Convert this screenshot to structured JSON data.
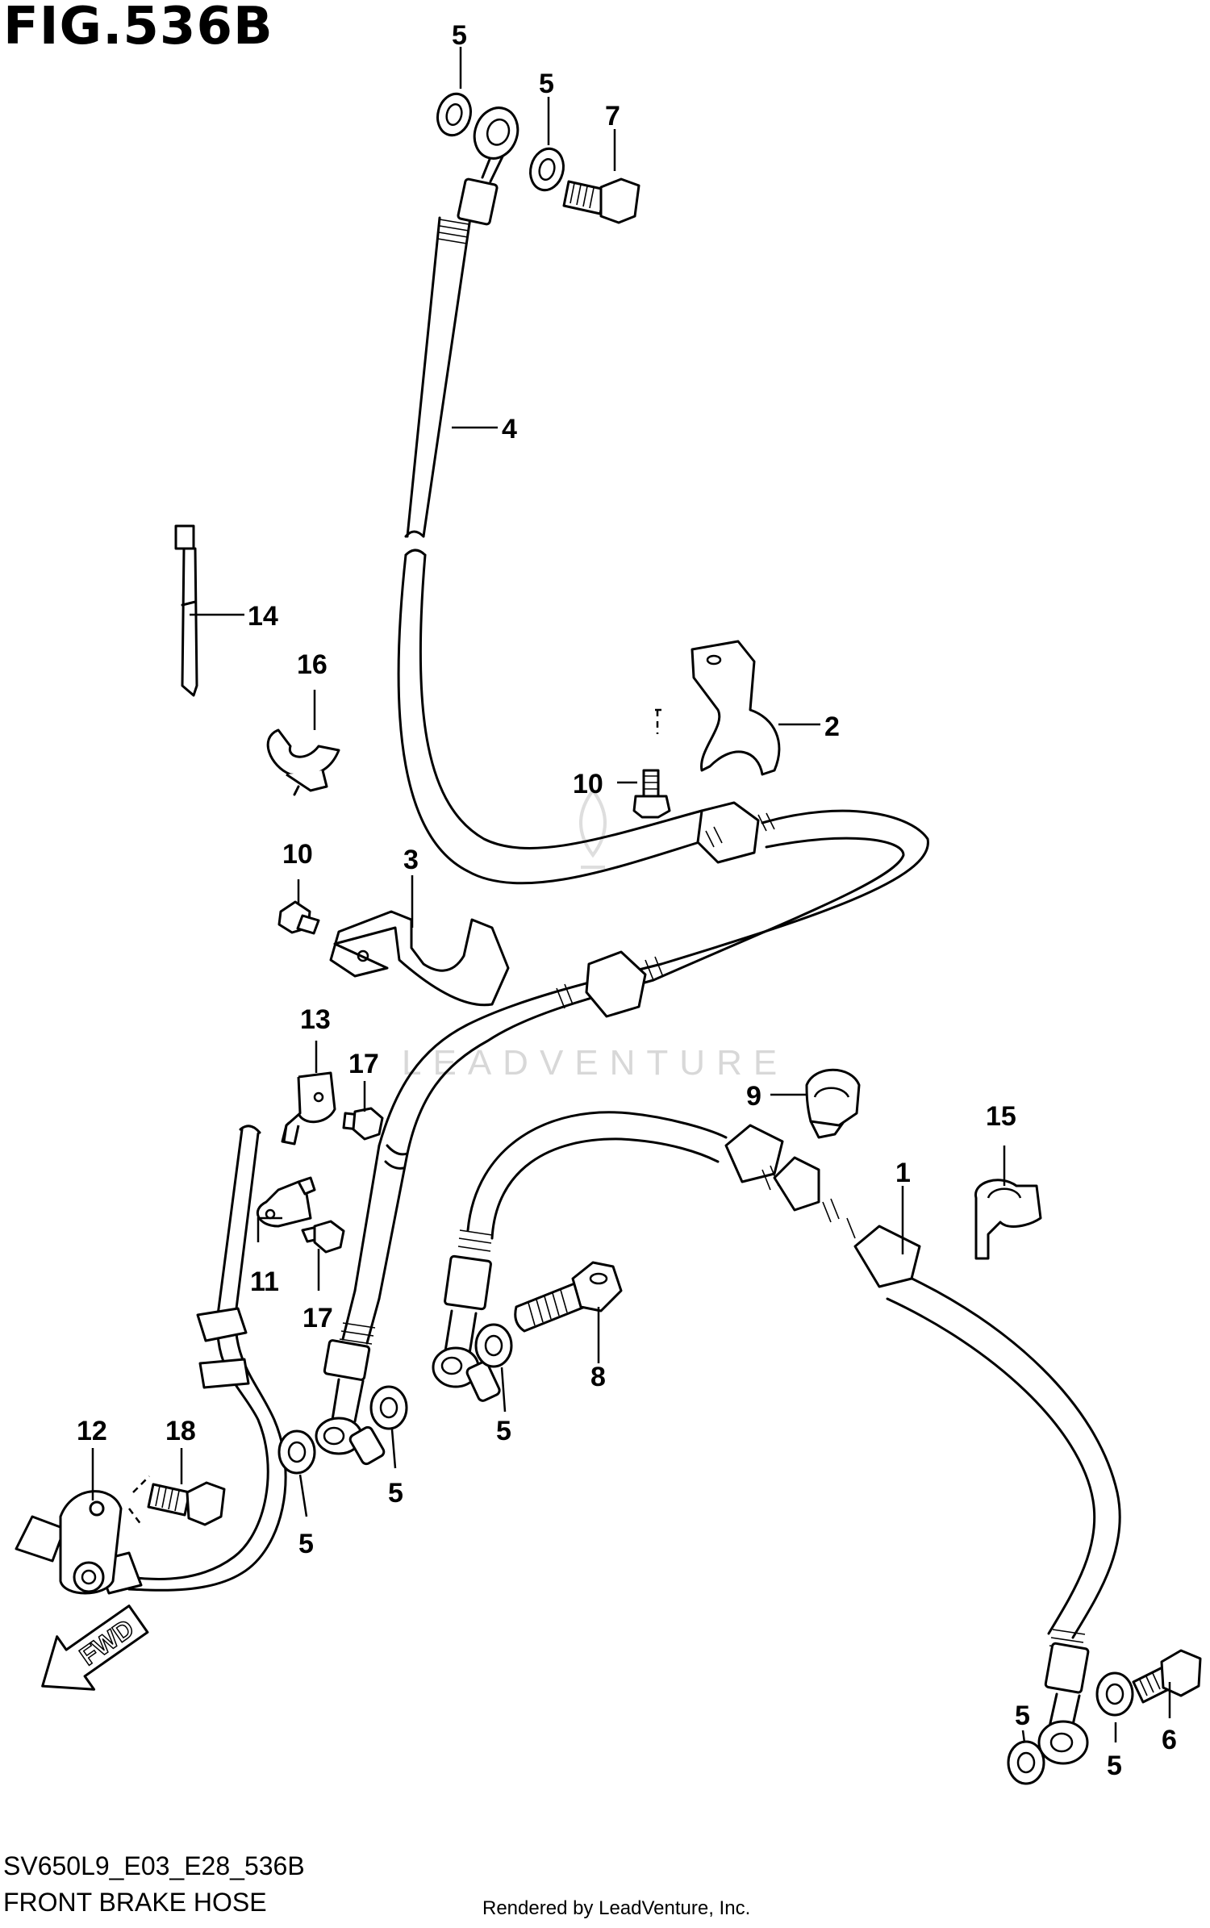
{
  "figure": {
    "title": "FIG.536B",
    "code": "SV650L9_E03_E28_536B",
    "caption": "FRONT BRAKE HOSE",
    "credit": "Rendered by LeadVenture, Inc.",
    "watermark": "LEADVENTURE"
  },
  "fwd_label": "FWD",
  "callouts": {
    "c5a": "5",
    "c5b": "5",
    "c7": "7",
    "c4": "4",
    "c14": "14",
    "c16": "16",
    "c2": "2",
    "c10a": "10",
    "c10b": "10",
    "c3": "3",
    "c13": "13",
    "c17a": "17",
    "c9": "9",
    "c15": "15",
    "c1": "1",
    "c11": "11",
    "c17b": "17",
    "c8": "8",
    "c5c": "5",
    "c12": "12",
    "c18": "18",
    "c5d": "5",
    "c5e": "5",
    "c5f": "5",
    "c5g": "5",
    "c6": "6"
  }
}
